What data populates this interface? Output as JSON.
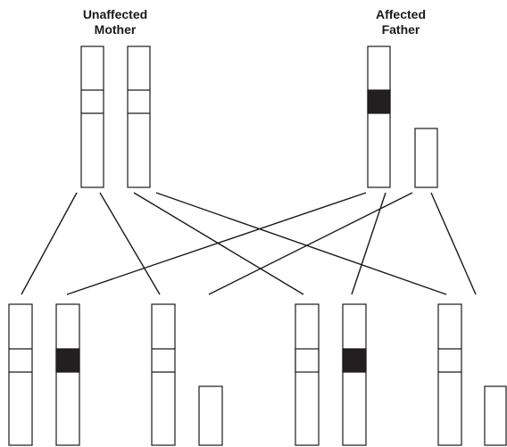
{
  "parents": {
    "mother": {
      "line1": "Unaffected",
      "line2": "Mother"
    },
    "father": {
      "line1": "Affected",
      "line2": "Father"
    }
  },
  "colors": {
    "outline": "#1a1a1a",
    "affected_band": "#231f20",
    "background": "#ffffff"
  }
}
